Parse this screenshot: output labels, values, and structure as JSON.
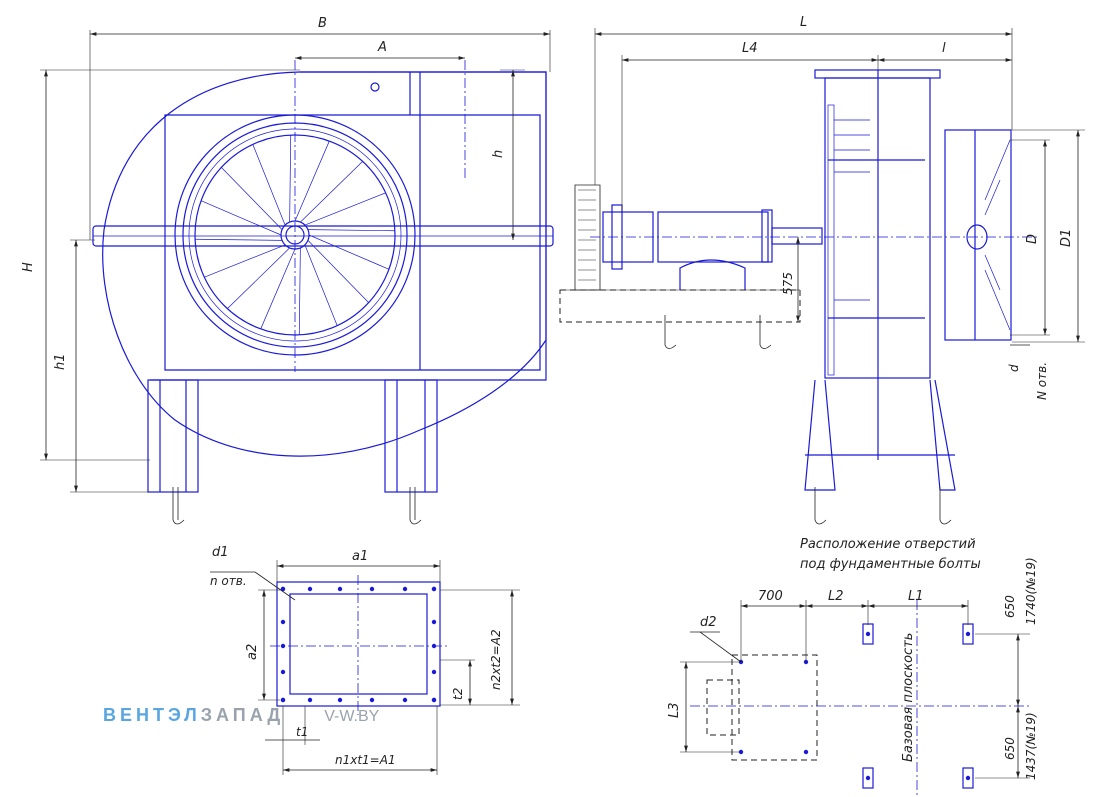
{
  "labels": {
    "B": "B",
    "A": "A",
    "H": "H",
    "h": "h",
    "h1": "h1",
    "L": "L",
    "L4": "L4",
    "l": "l",
    "d575": "575",
    "D": "D",
    "D1": "D1",
    "d": "d",
    "N_otv": "N отв.",
    "d1": "d1",
    "n_otv": "n отв.",
    "a1": "a1",
    "a2": "a2",
    "n2t2": "n2xt2=A2",
    "t2": "t2",
    "t1": "t1",
    "n1t1": "n1xt1=A1",
    "d700": "700",
    "L2": "L2",
    "L1": "L1",
    "d2": "d2",
    "L3": "L3",
    "d650a": "650",
    "d650b": "650",
    "d1740": "1740(№19)",
    "d1437": "1437(№19)",
    "base_plane": "Базовая плоскость"
  },
  "note": {
    "line1": "Расположение отверстий",
    "line2": "под фундаментные болты"
  },
  "brand": {
    "part1": "ВЕНТЭЛ",
    "part2": "ЗАПАД",
    "site": "V-W.BY"
  },
  "colors": {
    "line": "#1a1ad6",
    "dim": "#222222",
    "brand_blue": "#5aa6e0",
    "brand_gray": "#9aa3ad"
  }
}
